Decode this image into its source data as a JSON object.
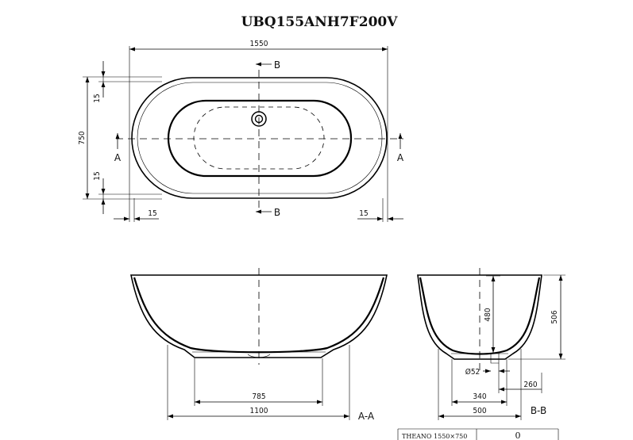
{
  "title": "UBQ155ANH7F200V",
  "top_view": {
    "length": "1550",
    "width": "750",
    "rim_top": "15",
    "rim_bottom": "15",
    "rim_left": "15",
    "rim_right": "15",
    "section_a_left": "A",
    "section_a_right": "A",
    "section_b_top": "B",
    "section_b_bottom": "B"
  },
  "section_a": {
    "label": "A-A",
    "base_width": "785",
    "overall_width": "1100"
  },
  "section_b": {
    "label": "B-B",
    "depth": "480",
    "height": "506",
    "drain_diameter": "Ø52",
    "drain_offset": "260",
    "inner_width": "340",
    "overall_width": "500"
  },
  "title_block": {
    "model": "THEANO 1550×750",
    "mark": "0"
  }
}
